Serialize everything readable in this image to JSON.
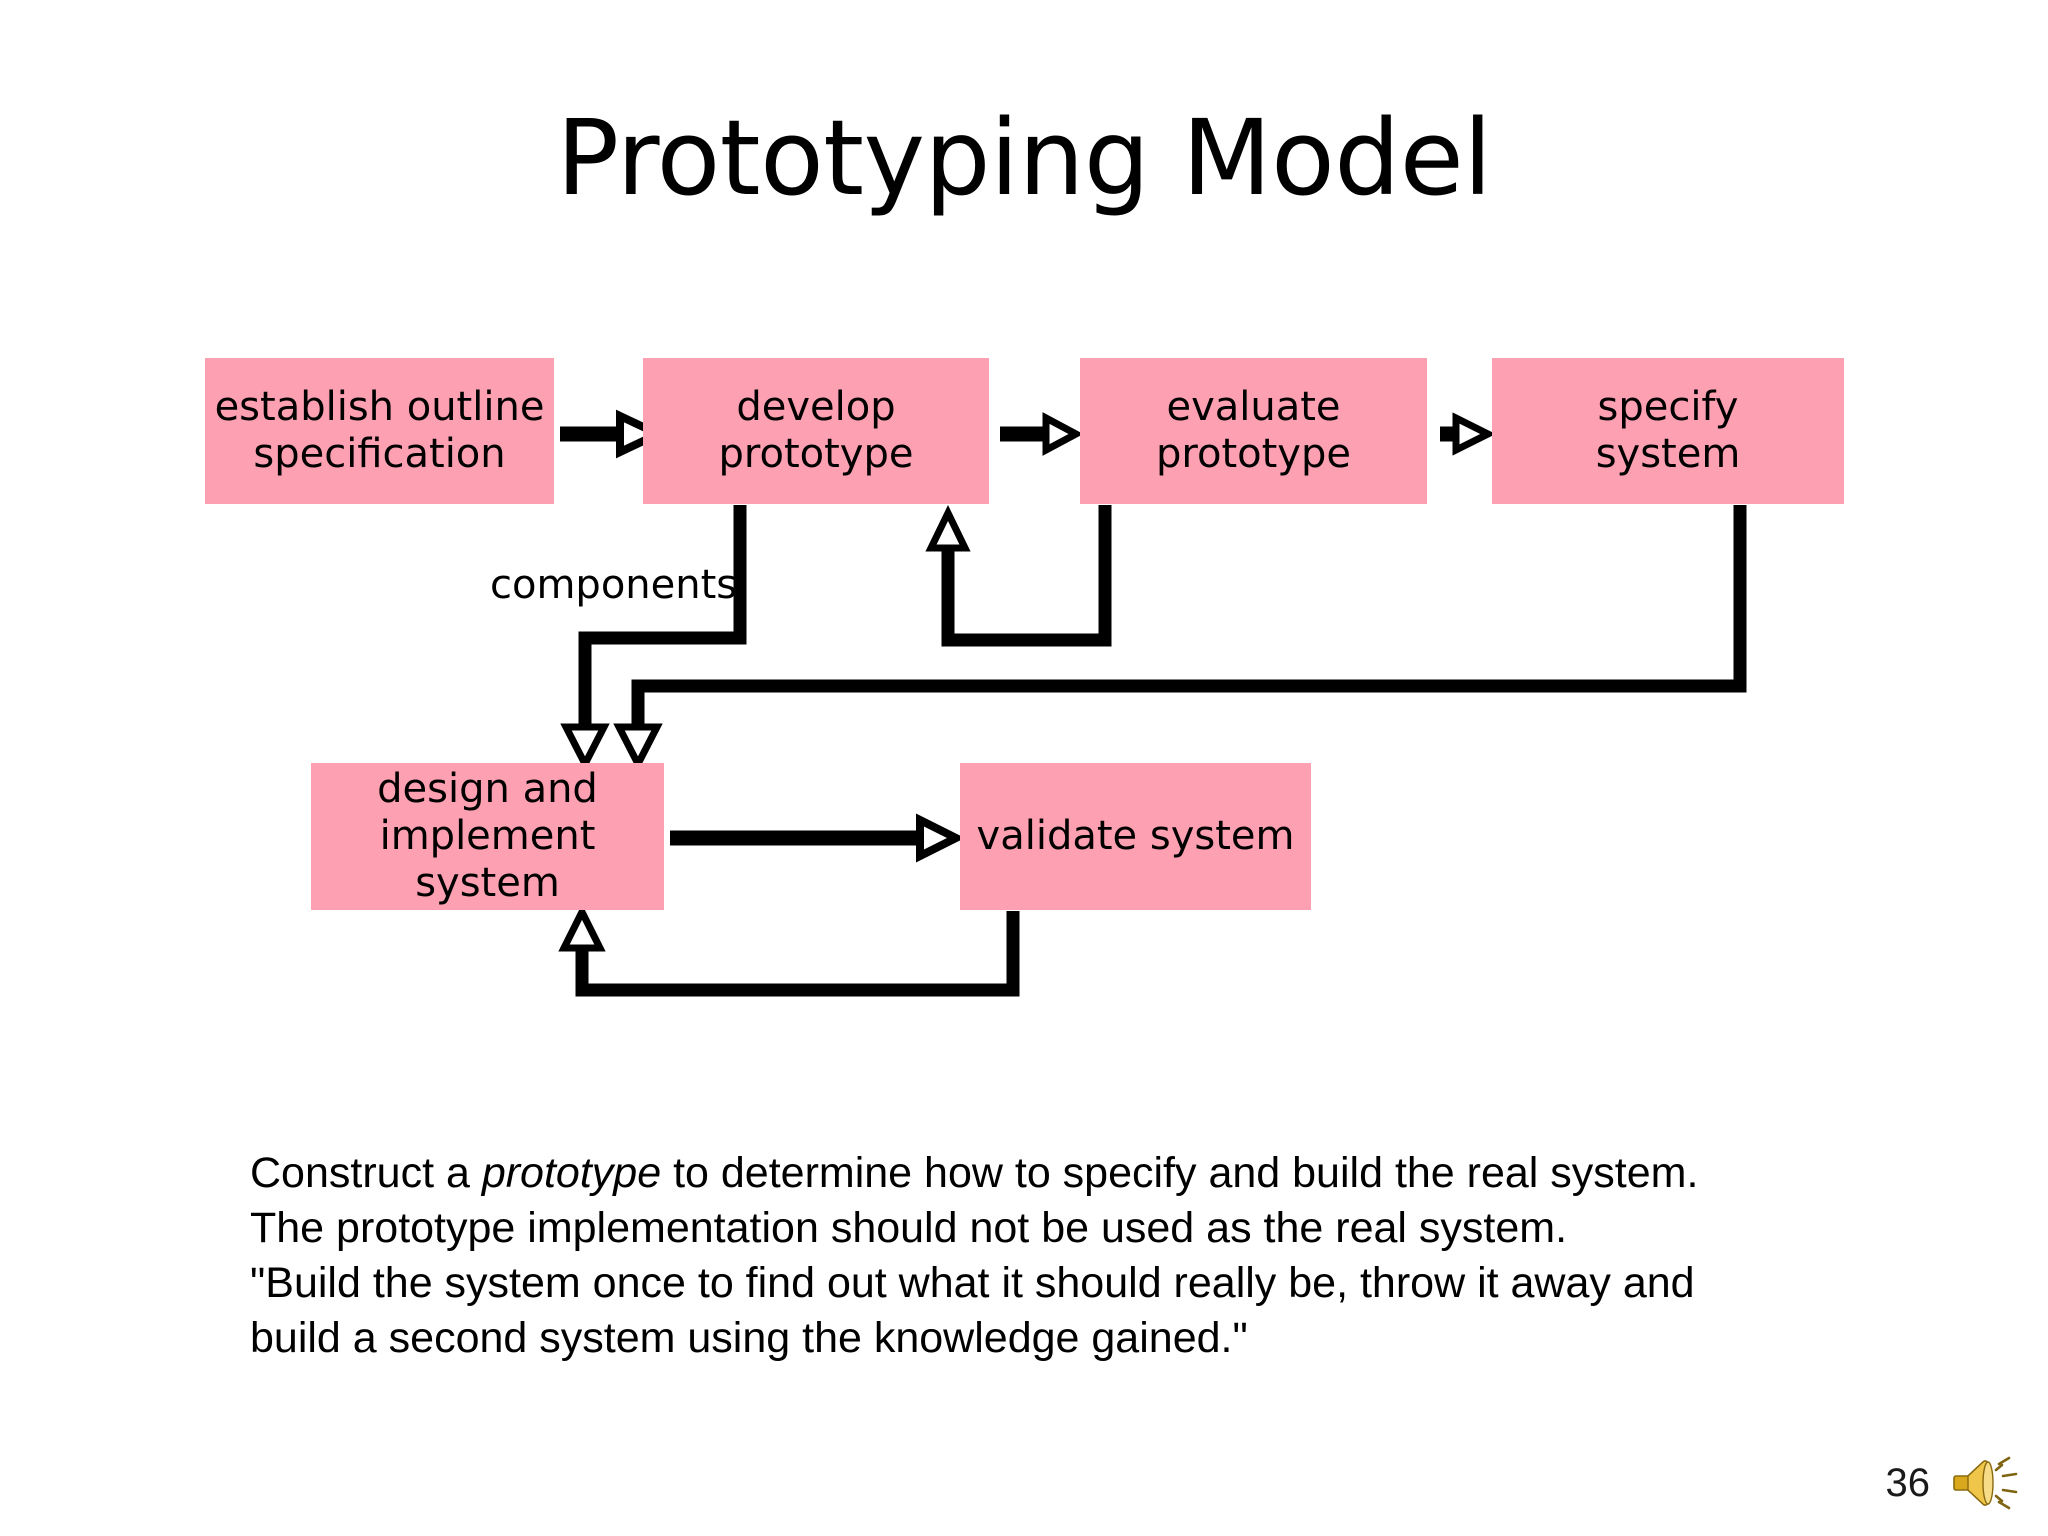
{
  "slide": {
    "title": "Prototyping Model",
    "page_number": "36",
    "background_color": "#ffffff",
    "box_fill_color": "#FCA0B2",
    "connector_color": "#000000",
    "text_color": "#000000"
  },
  "diagram": {
    "type": "flowchart",
    "nodes": [
      {
        "id": "establish",
        "label": "establish outline\nspecification",
        "row": "top",
        "order": 1
      },
      {
        "id": "develop",
        "label": "develop\nprototype",
        "row": "top",
        "order": 2
      },
      {
        "id": "evaluate",
        "label": "evaluate\nprototype",
        "row": "top",
        "order": 3
      },
      {
        "id": "specify",
        "label": "specify\nsystem",
        "row": "top",
        "order": 4
      },
      {
        "id": "design",
        "label": "design and\nimplement system",
        "row": "bottom",
        "order": 5
      },
      {
        "id": "validate",
        "label": "validate system",
        "row": "bottom",
        "order": 6
      }
    ],
    "edge_labels": {
      "components": "components"
    },
    "edges": [
      {
        "from": "establish",
        "to": "develop",
        "label": ""
      },
      {
        "from": "develop",
        "to": "evaluate",
        "label": ""
      },
      {
        "from": "evaluate",
        "to": "specify",
        "label": ""
      },
      {
        "from": "evaluate",
        "to": "develop",
        "label": "",
        "kind": "feedback-loop"
      },
      {
        "from": "develop",
        "to": "design",
        "label": "components"
      },
      {
        "from": "specify",
        "to": "design",
        "label": ""
      },
      {
        "from": "design",
        "to": "validate",
        "label": ""
      },
      {
        "from": "validate",
        "to": "design",
        "label": "",
        "kind": "feedback-loop"
      }
    ]
  },
  "body": {
    "line1_pre": "Construct a ",
    "line1_em": "prototype",
    "line1_post": " to determine how to specify and build the real system.",
    "line2": "The prototype implementation should not be used as the real system.",
    "line3": "\"Build the system once to find out what it should really be, throw it away and",
    "line4": "build a second system using the knowledge gained.\""
  },
  "footer": {
    "page_number": "36",
    "sound_icon_name": "speaker-icon"
  }
}
